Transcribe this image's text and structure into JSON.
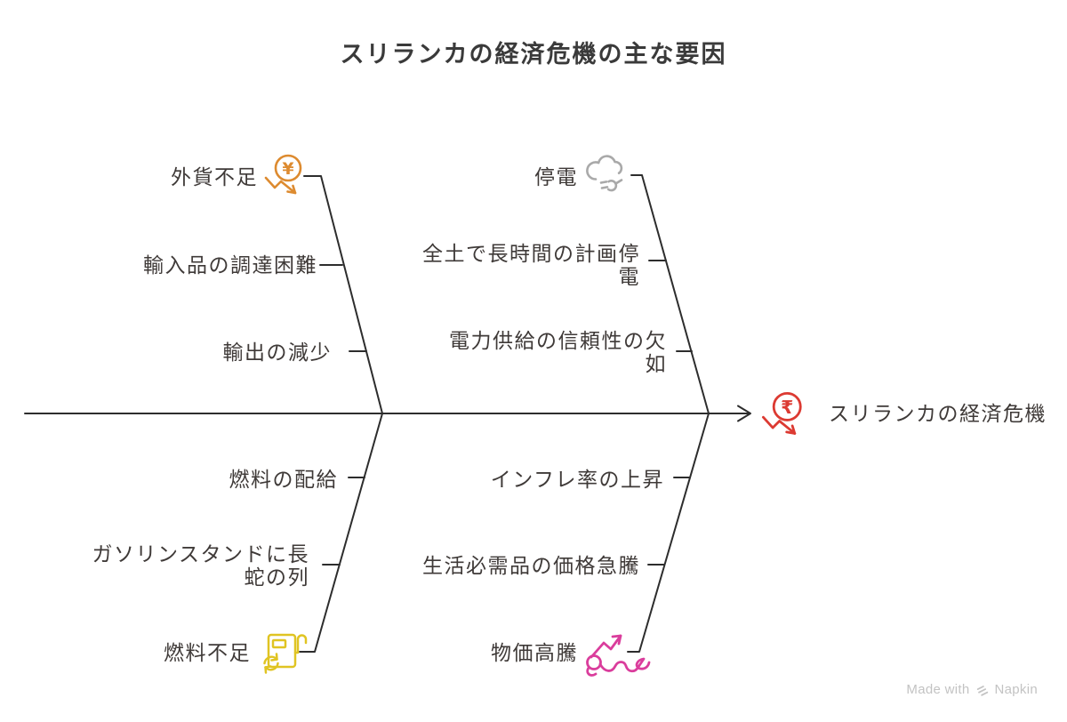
{
  "title": "スリランカの経済危機の主な要因",
  "effect": {
    "label": "スリランカの経済危機",
    "icon": "rupee-decline-icon",
    "currency_symbol": "₹",
    "color": "#dc3a32"
  },
  "branches": [
    {
      "id": "foreign-currency-shortage",
      "label": "外貨不足",
      "icon": "yen-decline-icon",
      "currency_symbol": "¥",
      "color": "#dd8b30",
      "causes": [
        "輸入品の調達困難",
        "輸出の減少"
      ]
    },
    {
      "id": "power-outage",
      "label": "停電",
      "icon": "cloud-plug-icon",
      "color": "#a9a9a9",
      "causes": [
        "全土で長時間の計画停電",
        "電力供給の信頼性の欠如"
      ]
    },
    {
      "id": "fuel-shortage",
      "label": "燃料不足",
      "icon": "fuel-pump-refresh-icon",
      "color": "#e0c422",
      "causes": [
        "燃料の配給",
        "ガソリンスタンドに長蛇の列"
      ]
    },
    {
      "id": "price-surge",
      "label": "物価高騰",
      "icon": "price-rise-figure-icon",
      "color": "#da3d9c",
      "causes": [
        "インフレ率の上昇",
        "生活必需品の価格急騰"
      ]
    }
  ],
  "watermark": {
    "prefix": "Made with",
    "brand": "Napkin"
  },
  "line_color": "#2d2d2d"
}
